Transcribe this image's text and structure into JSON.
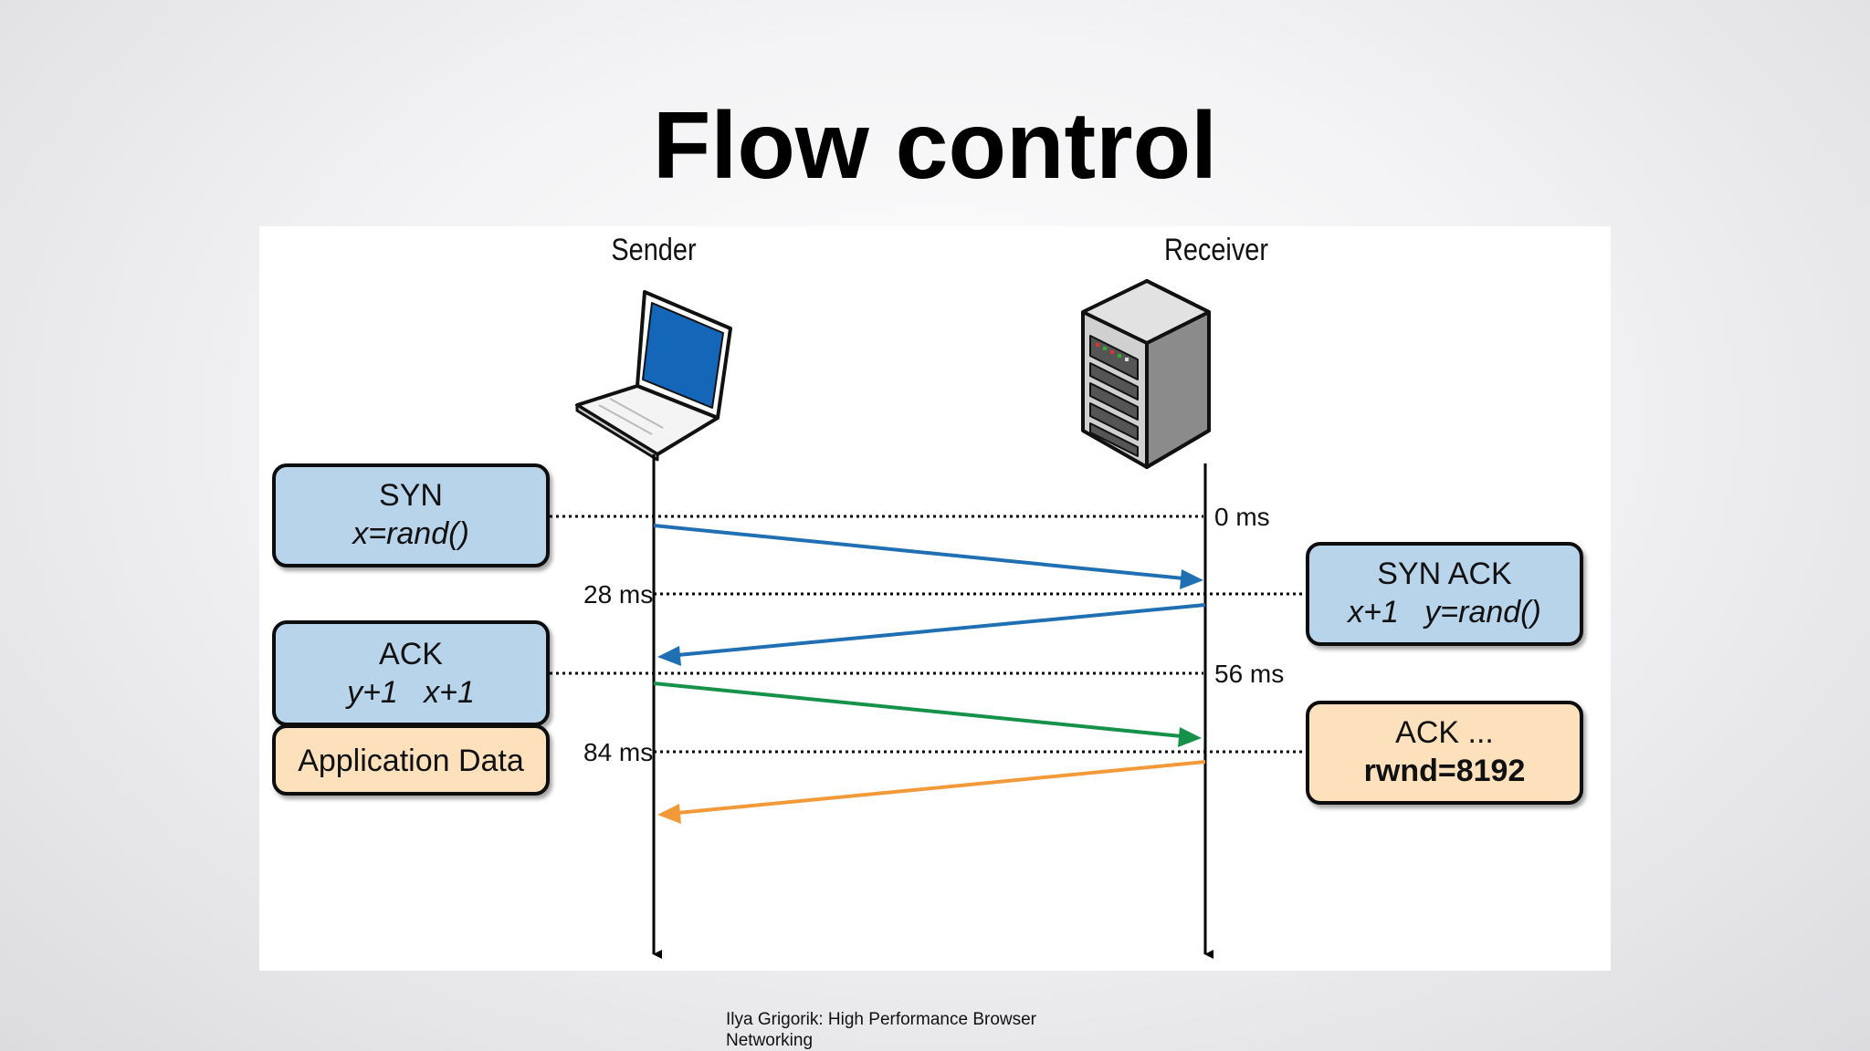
{
  "title": "Flow control",
  "diagram": {
    "sender_label": "Sender",
    "receiver_label": "Receiver",
    "sender_icon": "laptop-icon",
    "receiver_icon": "server-icon",
    "timestamps": {
      "t0": "0 ms",
      "t28": "28 ms",
      "t56": "56 ms",
      "t84": "84 ms"
    },
    "boxes": {
      "syn": {
        "line1": "SYN",
        "line2": "x=rand()"
      },
      "synack": {
        "line1": "SYN ACK",
        "line2": "x+1   y=rand()"
      },
      "ack": {
        "line1": "ACK",
        "line2": "y+1   x+1"
      },
      "appdata": {
        "line1": "Application Data"
      },
      "ackrwnd": {
        "line1": "ACK ...",
        "line2": "rwnd=8192"
      }
    },
    "colors": {
      "blue_box": "#b7d4ea",
      "orange_box": "#fde1bd",
      "arrow_blue": "#1f6fb2",
      "arrow_green": "#16914a",
      "arrow_orange": "#f29a3a",
      "laptop_screen": "#1466b8"
    }
  },
  "caption": "Ilya Grigorik: High Performance Browser Networking"
}
